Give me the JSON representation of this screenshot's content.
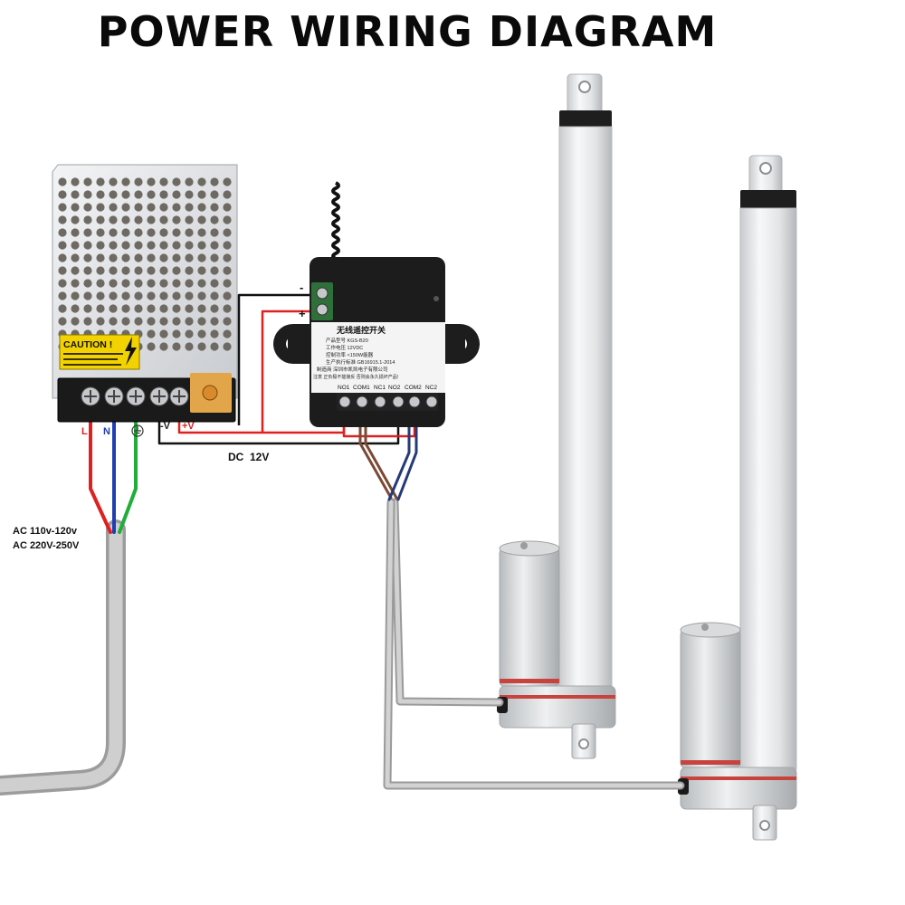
{
  "title": "POWER WIRING DIAGRAM",
  "psu": {
    "caution_label": "CAUTION !",
    "terminals": {
      "l": "L",
      "n": "N",
      "neg": "-V",
      "pos": "+V"
    }
  },
  "ac_input": {
    "line1": "AC 110v-120v",
    "line2": "AC 220V-250V"
  },
  "dc_label": "DC  12V",
  "receiver": {
    "input_minus": "-",
    "input_plus": "+",
    "header": "无线遥控开关",
    "info_lines": [
      "产品型号 KGS-B20",
      "工作电压 12VDC",
      "控制功率 <150W能器",
      "生产执行标准 GB16915.1-2014",
      "制造商 深圳市凯凯电子有限公司",
      "注意 正负极不能接反 否则会永久损坏产品!"
    ],
    "terminals": [
      "NO1",
      "COM1",
      "NC1",
      "NO2",
      "COM2",
      "NC2"
    ]
  },
  "colors": {
    "red_wire": "#e02020",
    "blue_wire": "#1f3fb0",
    "green_wire": "#1fae3a",
    "brown_wire": "#7a4a35",
    "navy_wire": "#253a78",
    "black_wire": "#111111",
    "cable_gray": "#c4c4c4",
    "caution_yellow": "#f2d200"
  }
}
